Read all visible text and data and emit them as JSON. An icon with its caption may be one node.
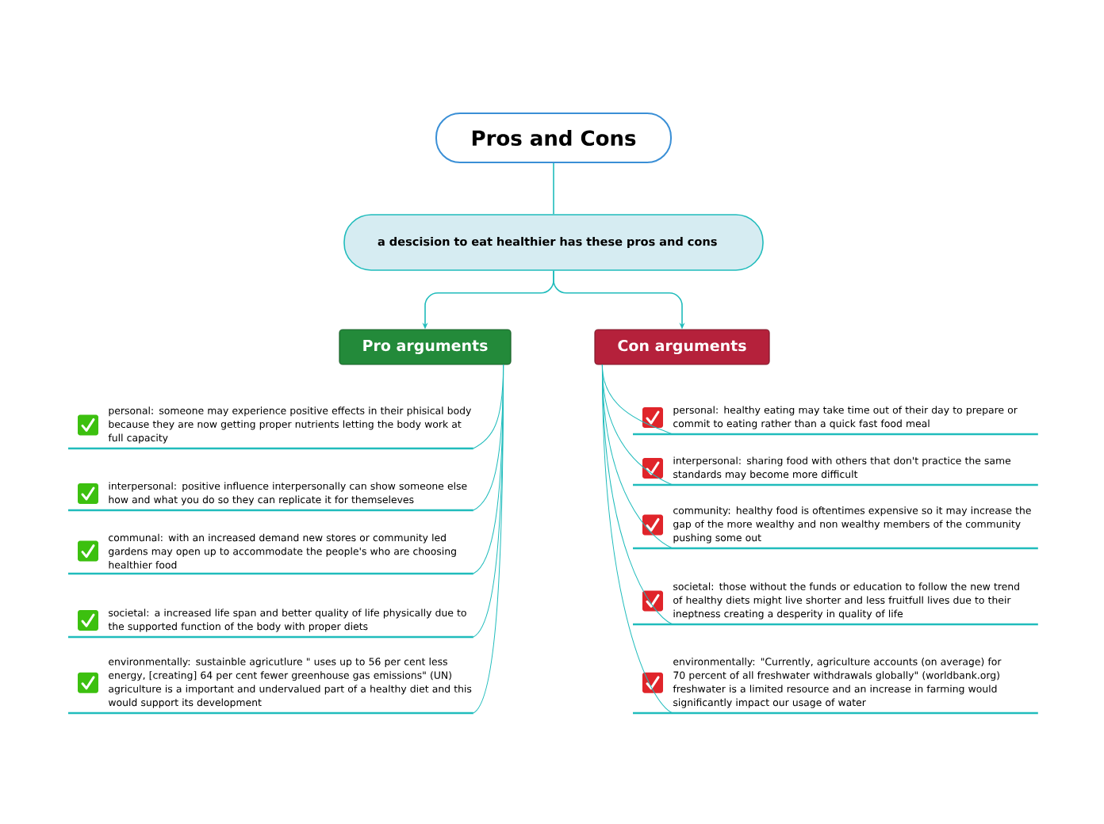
{
  "diagram": {
    "nodes": [
      {
        "text": [
          "Pros and Cons"
        ]
      },
      {
        "text": [
          "a descision to eat healthier has these pros and cons"
        ]
      },
      {
        "text": [
          "Pro arguments"
        ]
      },
      {
        "text": [
          "Con arguments"
        ]
      },
      {
        "text": [
          "personal: someone may experience positive effects in their phisical body because they are now getting proper nutrients letting the body work at full capacity"
        ]
      },
      {
        "text": [
          "interpersonal: positive influence interpersonally can show someone else how and what you do so they can replicate it for themseleves"
        ]
      },
      {
        "text": [
          "communal: with an increased demand new stores or community led gardens may open up to accommodate the people's who are choosing healthier food"
        ]
      },
      {
        "text": [
          "societal: a increased life span and better quality of life physically due to the supported function of the body with proper diets"
        ]
      },
      {
        "text": [
          "environmentally: sustainble agricutlure \" uses up to 56 per cent less energy, [creating] 64 per cent fewer greenhouse gas emissions\" (UN) agriculture is a important and undervalued part of a healthy diet and this would support its development"
        ]
      },
      {
        "text": [
          "personal: healthy eating may take time out of their day to prepare or commit to eating rather than a quick fast food meal"
        ]
      },
      {
        "text": [
          "interpersonal: sharing food with others that don't practice the same standards may become more difficult"
        ]
      },
      {
        "text": [
          "community: healthy food is oftentimes expensive so it may increase the gap of the more wealthy and non wealthy members of the community pushing some out"
        ]
      },
      {
        "text": [
          "societal: those without the funds or education to follow the new trend of healthy diets might live shorter and less fruitfull lives due to their ineptness creating a desperity in quality of life"
        ]
      },
      {
        "text": [
          "environmentally: \"Currently, agriculture accounts (on average) for 70 percent of all freshwater withdrawals globally\" (worldbank.org) freshwater is a limited resource and an increase in farming would significantly impact our usage of water"
        ]
      }
    ],
    "edges": [
      {
        "from": 0,
        "to": 1,
        "arrow": "none"
      },
      {
        "from": 1,
        "to": 2,
        "arrow": "to"
      },
      {
        "from": 1,
        "to": 3,
        "arrow": "to"
      },
      {
        "from": 2,
        "to": 4,
        "arrow": "none"
      },
      {
        "from": 2,
        "to": 5,
        "arrow": "none"
      },
      {
        "from": 2,
        "to": 6,
        "arrow": "none"
      },
      {
        "from": 2,
        "to": 7,
        "arrow": "none"
      },
      {
        "from": 2,
        "to": 8,
        "arrow": "none"
      },
      {
        "from": 3,
        "to": 9,
        "arrow": "none"
      },
      {
        "from": 3,
        "to": 10,
        "arrow": "none"
      },
      {
        "from": 3,
        "to": 11,
        "arrow": "none"
      },
      {
        "from": 3,
        "to": 12,
        "arrow": "none"
      },
      {
        "from": 3,
        "to": 13,
        "arrow": "none"
      }
    ]
  }
}
